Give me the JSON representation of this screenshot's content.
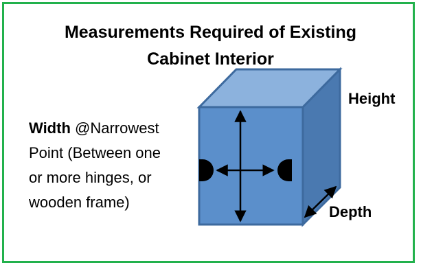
{
  "title": {
    "line1": "Measurements Required of Existing",
    "line2": "Cabinet Interior"
  },
  "width_label": {
    "bold": "Width",
    "rest_line1": " @Narrowest",
    "line2": "Point (Between one",
    "line3": "or more hinges, or",
    "line4": "wooden frame)"
  },
  "height_label": "Height",
  "depth_label": "Depth",
  "colors": {
    "border": "#22b14c",
    "cabinet_front": "#5b8fcb",
    "cabinet_top": "#8cb2dd",
    "cabinet_side": "#4a79b0",
    "cabinet_outline": "#3d6a9e"
  }
}
